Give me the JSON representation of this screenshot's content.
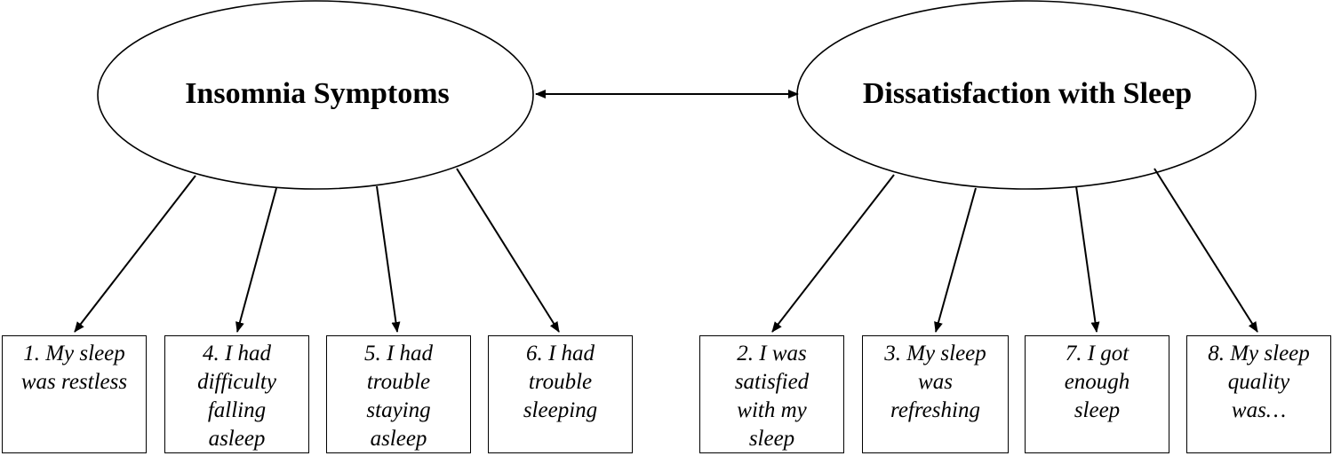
{
  "factors": [
    {
      "id": "insomnia",
      "label": "Insomnia Symptoms"
    },
    {
      "id": "dissatisfaction",
      "label": "Dissatisfaction with Sleep"
    }
  ],
  "items": [
    {
      "label": "1. My sleep was restless",
      "factor": "insomnia"
    },
    {
      "label": "4. I had difficulty falling asleep",
      "factor": "insomnia"
    },
    {
      "label": "5. I had trouble staying asleep",
      "factor": "insomnia"
    },
    {
      "label": "6. I had trouble sleeping",
      "factor": "insomnia"
    },
    {
      "label": "2. I was satisfied with my sleep",
      "factor": "dissatisfaction"
    },
    {
      "label": "3. My sleep was refreshing",
      "factor": "dissatisfaction"
    },
    {
      "label": "7. I got enough sleep",
      "factor": "dissatisfaction"
    },
    {
      "label": "8. My sleep quality was…",
      "factor": "dissatisfaction"
    }
  ],
  "covariance": {
    "between": [
      "insomnia",
      "dissatisfaction"
    ],
    "style": "double-headed-arrow"
  }
}
